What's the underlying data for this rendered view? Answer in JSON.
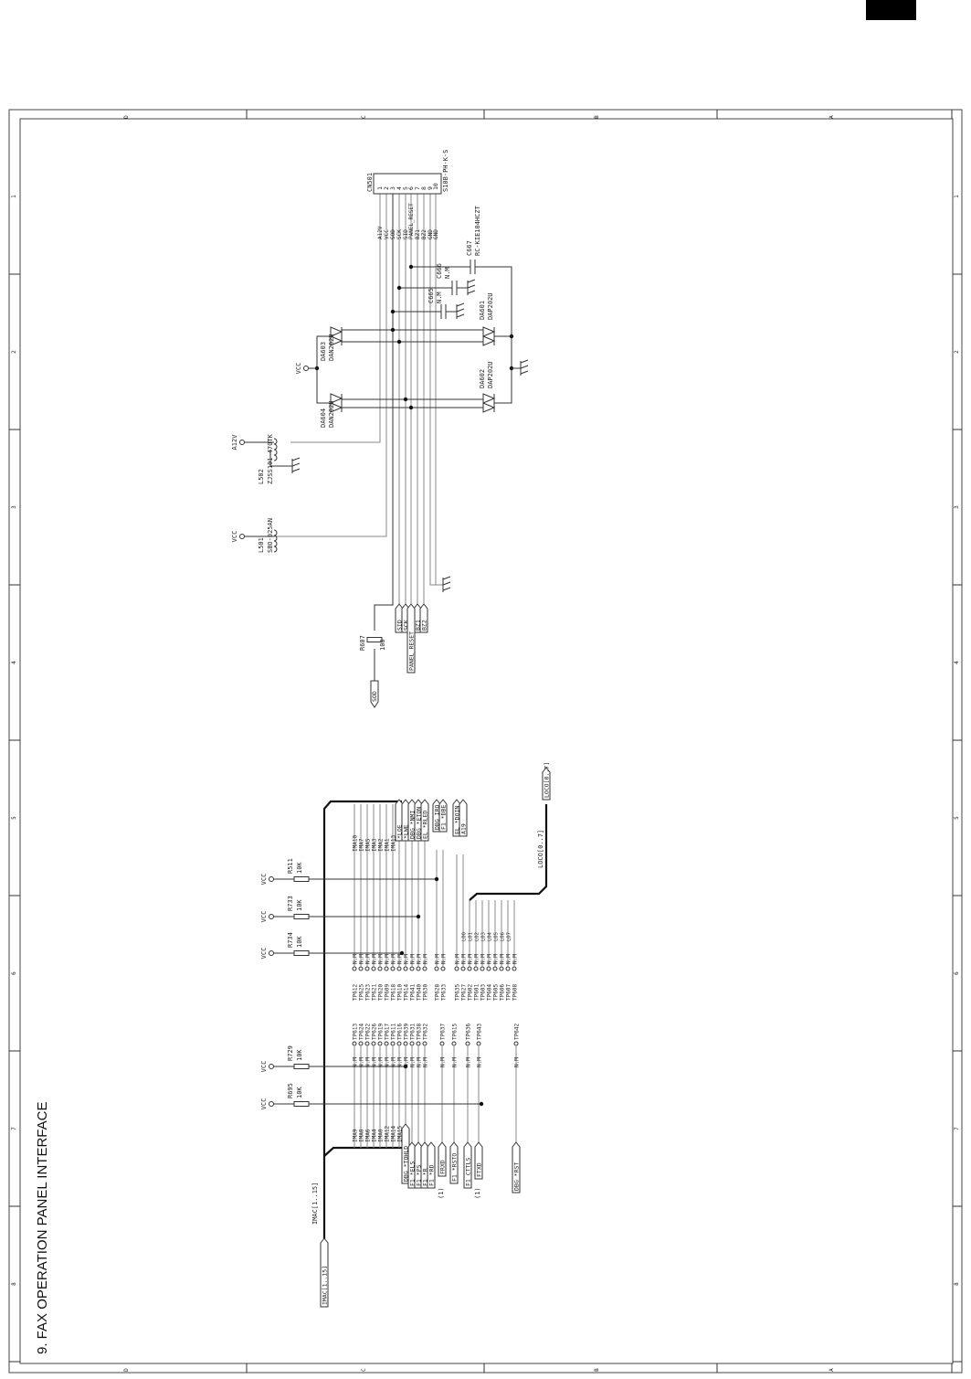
{
  "title": "9. FAX OPERATION PANEL INTERFACE",
  "frame": {
    "columns": [
      "D",
      "C",
      "B",
      "A"
    ],
    "rows": [
      "1",
      "2",
      "3",
      "4",
      "5",
      "6",
      "7",
      "8"
    ]
  },
  "connector": {
    "ref": "CN501",
    "part": "S10B-PH-K-S",
    "pins": [
      "1",
      "2",
      "3",
      "4",
      "5",
      "6",
      "7",
      "8",
      "9",
      "10"
    ],
    "signals": [
      "A12V",
      "VCC",
      "SOD",
      "SCK",
      "SID",
      "PANEL_RESET",
      "BZ1",
      "BZ2",
      "GND",
      "GND"
    ]
  },
  "inductors": [
    {
      "ref": "L501",
      "part": "SBO-025AN",
      "net": "VCC"
    },
    {
      "ref": "L502",
      "part": "ZJSS101-470TK",
      "net": "A12V"
    }
  ],
  "diodes": [
    {
      "ref": "DA603",
      "part": "DAN202U"
    },
    {
      "ref": "DA604",
      "part": "DAN202U"
    },
    {
      "ref": "DA601",
      "part": "DAP202U"
    },
    {
      "ref": "DA602",
      "part": "DAP202U"
    }
  ],
  "capacitors": [
    {
      "ref": "C665",
      "value": "N.M"
    },
    {
      "ref": "C666",
      "value": "N.M"
    },
    {
      "ref": "C667",
      "value": "RC-KIE104HCZT"
    }
  ],
  "resistors": [
    {
      "ref": "R607",
      "value": "100"
    },
    {
      "ref": "R511",
      "value": "10K"
    },
    {
      "ref": "R733",
      "value": "10K"
    },
    {
      "ref": "R734",
      "value": "10K"
    },
    {
      "ref": "R729",
      "value": "10K"
    },
    {
      "ref": "R695",
      "value": "10K"
    }
  ],
  "vcc_label": "VCC",
  "ports_upper": [
    "SID",
    "SCK",
    "PANEL_RESET",
    "BZ1",
    "BZ2",
    "SOD"
  ],
  "bus": {
    "imac_port": "IMAC[1..15]",
    "imac_label": "IMAC[1..15]",
    "loco_port": "LOCO[0..7]",
    "loco_label": "LOCO[0..7]",
    "top_nets": [
      "IMA10",
      "IMA7",
      "IMA5",
      "IMA3",
      "IMA2",
      "IMA1",
      "IMA13"
    ],
    "bottom_nets": [
      "IMA9",
      "IMA8",
      "IMA6",
      "IMA4",
      "IMA0",
      "IMA12",
      "IMA14",
      "IMA15"
    ],
    "loco_nets": [
      "LOO",
      "LO1",
      "LO2",
      "LO3",
      "LO4",
      "LO5",
      "LO6",
      "LO7"
    ]
  },
  "signal_ports_top": [
    "*LOE",
    "*LWE",
    "DBG *NMI",
    "DBG *ETON",
    "EL *RLED",
    "DBG IRQ",
    "F1 *DBE",
    "EL *DOIN",
    "A19"
  ],
  "signal_ports_bottom": [
    "DBG *TOHLD",
    "F1 *ELS",
    "F1 *PS",
    "F1 *R",
    "F1 *RD",
    "FRXD",
    "F1 *RSTO",
    "F1 CTTLS",
    "FTXD",
    "DBG *RST"
  ],
  "notes": [
    "(1)",
    "(1)"
  ],
  "nm": "N.M",
  "testpoints_upper": [
    "TP612",
    "TP625",
    "TP623",
    "TP621",
    "TP620",
    "TP609",
    "TP618",
    "TP610",
    "TP614",
    "TP641",
    "TP640",
    "TP630",
    "TP628",
    "TP633",
    "TP635",
    "TP627",
    "TP602",
    "TP601",
    "TP603",
    "TP604",
    "TP605",
    "TP606",
    "TP607",
    "TP608"
  ],
  "testpoints_lower": [
    "TP613",
    "TP624",
    "TP622",
    "TP626",
    "TP619",
    "TP617",
    "TP611",
    "TP616",
    "TP639",
    "TP631",
    "TP638",
    "TP632",
    "TP637",
    "TP615",
    "TP636",
    "TP643",
    "TP642"
  ]
}
